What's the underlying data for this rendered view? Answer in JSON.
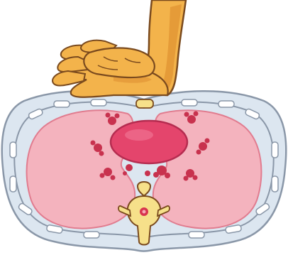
{
  "illustration": {
    "subject": "chest-compression-cross-section",
    "parts": [
      "hands",
      "forearm",
      "sternum",
      "ribcage",
      "lungs",
      "heart",
      "pulmonary-vessels",
      "vertebra",
      "spinal-cord"
    ]
  },
  "colors": {
    "skin": "#F3B34B",
    "skin_shadow": "#D9862A",
    "outline": "#7A4A1E",
    "rib_band": "#DCE6F0",
    "rib_outline": "#8A97A8",
    "lung": "#F4B3BE",
    "lung_edge": "#E17C8F",
    "heart": "#E4456C",
    "heart_edge": "#B52C50",
    "vessel": "#C8324E",
    "bone": "#F6E08A",
    "spinal_cord": "#D8344E",
    "background": "#FFFFFF"
  }
}
